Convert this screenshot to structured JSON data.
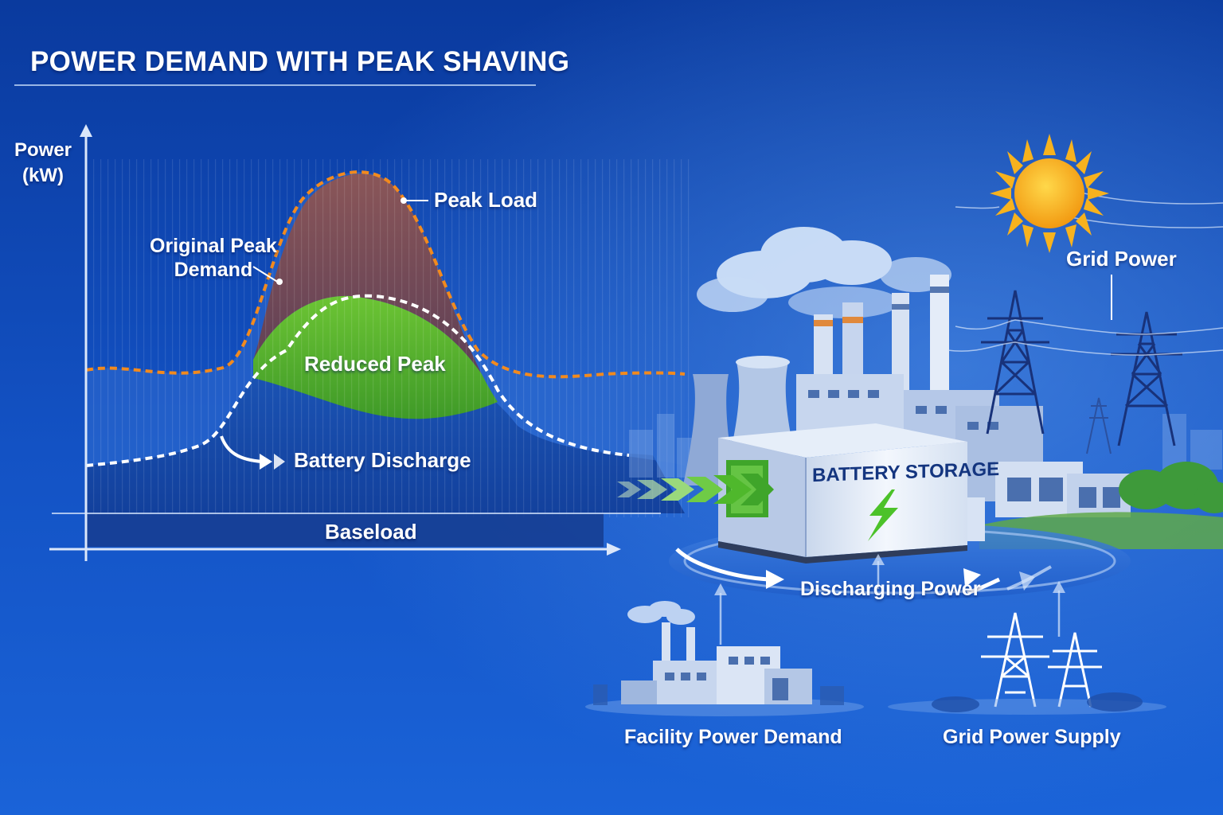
{
  "title": "POWER DEMAND WITH PEAK SHAVING",
  "chart": {
    "y_axis_label_line1": "Power",
    "y_axis_label_line2": "(kW)",
    "annotations": {
      "original_peak_line1": "Original Peak",
      "original_peak_line2": "Demand",
      "peak_load": "Peak Load",
      "reduced_peak": "Reduced Peak",
      "battery_discharge": "Battery Discharge",
      "baseload": "Baseload"
    }
  },
  "scene": {
    "battery_storage": "BATTERY STORAGE",
    "grid_power": "Grid Power",
    "discharging_power": "Discharging Power",
    "facility_power_demand": "Facility Power Demand",
    "grid_power_supply": "Grid Power Supply"
  },
  "colors": {
    "background_top": "#0a3a9e",
    "background_bottom": "#1a63d8",
    "peak_fill": "#7a4a52",
    "reduced_fill": "#5cb82e",
    "peak_line": "#f28a1e",
    "shaved_line": "#ffffff",
    "battery_bolt": "#4cc22a"
  },
  "icons": [
    "sun-icon",
    "lightning-bolt-icon",
    "power-pylon-icon",
    "factory-icon",
    "smokestack-icon",
    "arrow-icon"
  ]
}
